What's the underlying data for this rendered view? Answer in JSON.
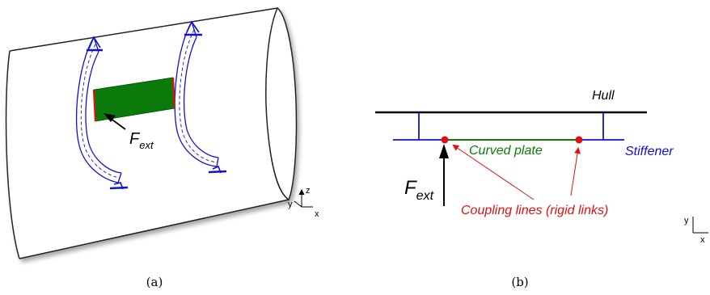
{
  "panel_a": {
    "force_main": "F",
    "force_sub": "ext",
    "axis_z": "z",
    "axis_y": "y",
    "axis_x": "x",
    "caption": "(a)"
  },
  "panel_b": {
    "hull_label": "Hull",
    "stiffener_label": "Stiffener",
    "plate_label": "Curved plate",
    "coupling_label": "Coupling lines (rigid links)",
    "force_main": "F",
    "force_sub": "ext",
    "axis_y": "y",
    "axis_x": "x",
    "caption": "(b)"
  },
  "colors": {
    "stiffener": "#1010d0",
    "plate": "#0a7a0a",
    "coupling": "#e01010",
    "hull": "#000000"
  }
}
